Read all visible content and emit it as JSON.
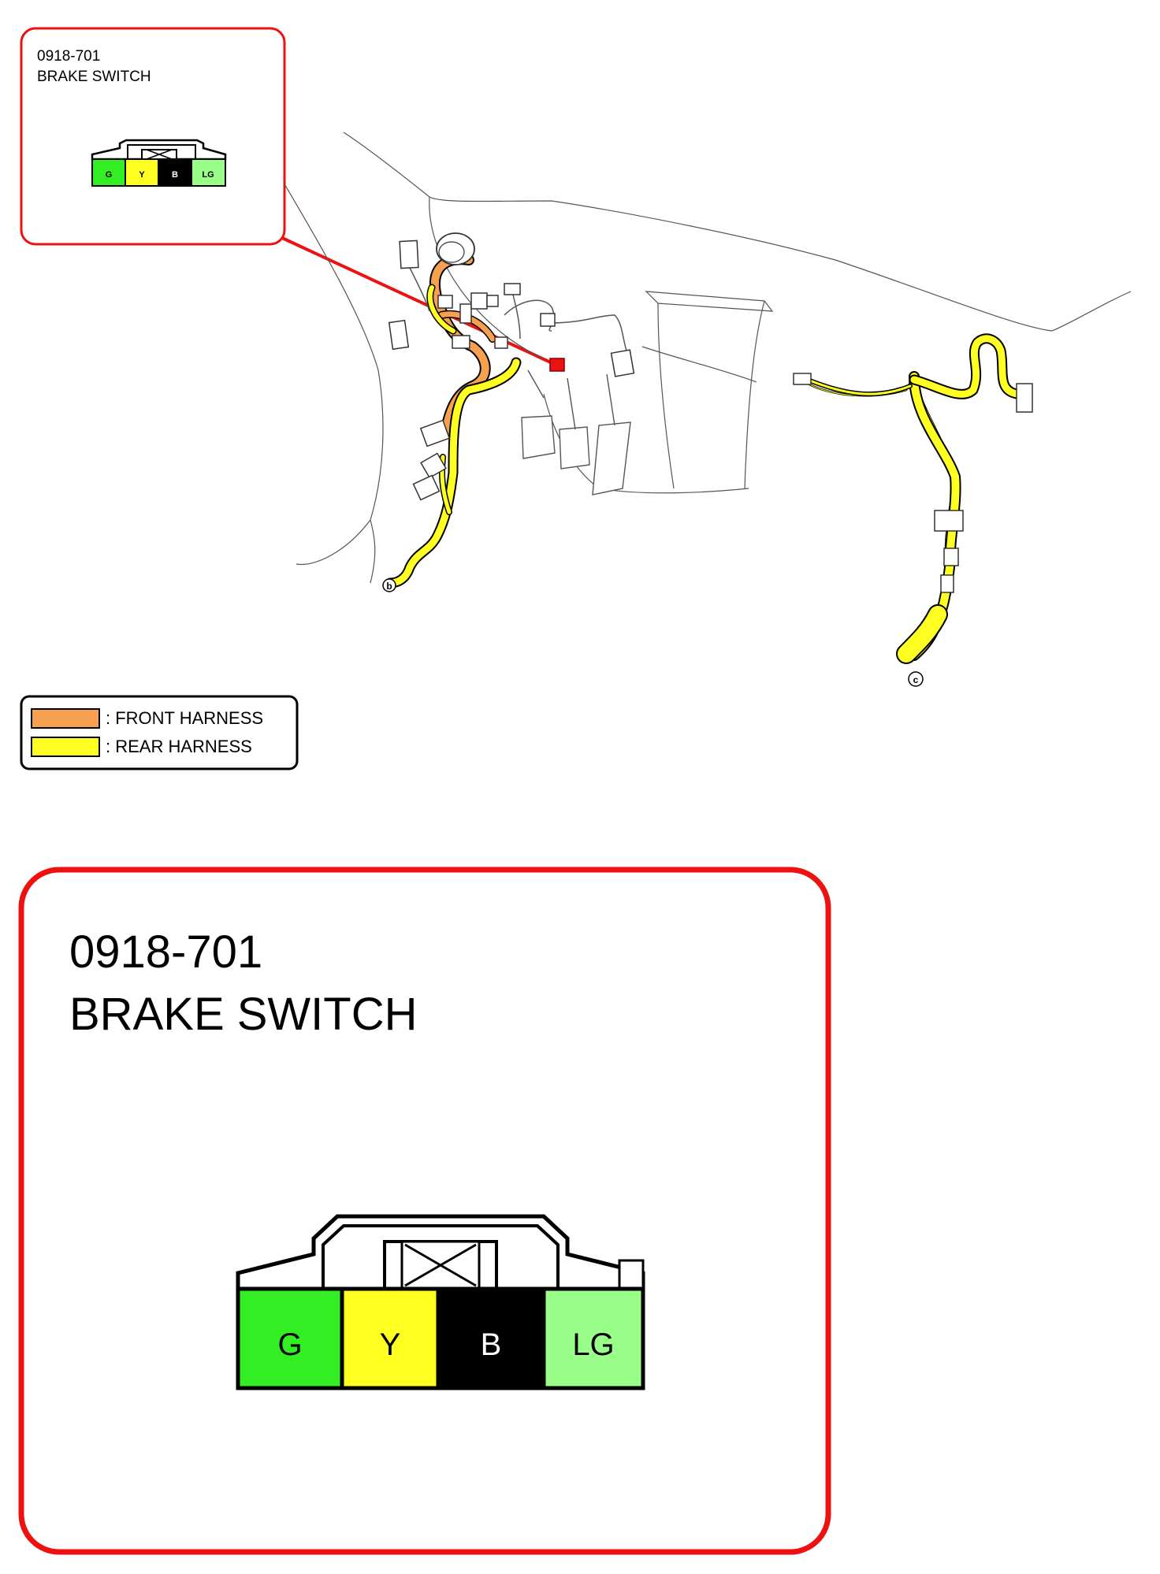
{
  "small_callout": {
    "part_number": "0918-701",
    "part_name": "BRAKE SWITCH",
    "pins": [
      {
        "label": "G",
        "color": "#33ee22"
      },
      {
        "label": "Y",
        "color": "#ffff22"
      },
      {
        "label": "B",
        "color": "#000000"
      },
      {
        "label": "LG",
        "color": "#99ff88"
      }
    ]
  },
  "large_callout": {
    "part_number": "0918-701",
    "part_name": "BRAKE SWITCH",
    "pins": [
      {
        "label": "G",
        "color": "#33ee22"
      },
      {
        "label": "Y",
        "color": "#ffff22"
      },
      {
        "label": "B",
        "color": "#000000"
      },
      {
        "label": "LG",
        "color": "#99ff88"
      }
    ]
  },
  "legend": {
    "items": [
      {
        "label": ": FRONT HARNESS",
        "color": "#f7a050"
      },
      {
        "label": ": REAR HARNESS",
        "color": "#ffff22"
      }
    ]
  },
  "markers": {
    "b": "b",
    "c": "c"
  },
  "colors": {
    "callout_border": "#ee1111",
    "front_harness": "#f7a050",
    "rear_harness": "#ffff22",
    "highlight_connector": "#ee1111"
  }
}
